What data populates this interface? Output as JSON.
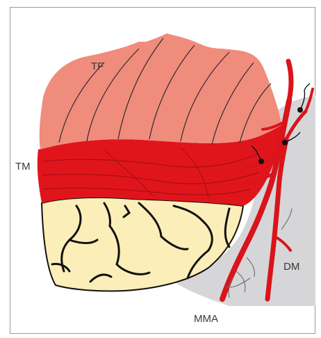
{
  "labels": {
    "tf": "TF",
    "tm": "TM",
    "dm": "DM",
    "mma": "MMA"
  },
  "colors": {
    "temporal_fascia": "#f08c7c",
    "temporal_muscle": "#e0151b",
    "artery": "#d9141a",
    "brain": "#fbeeb8",
    "dura": "#d6d6d8",
    "outline": "#111111",
    "border": "#9a9a9a"
  }
}
